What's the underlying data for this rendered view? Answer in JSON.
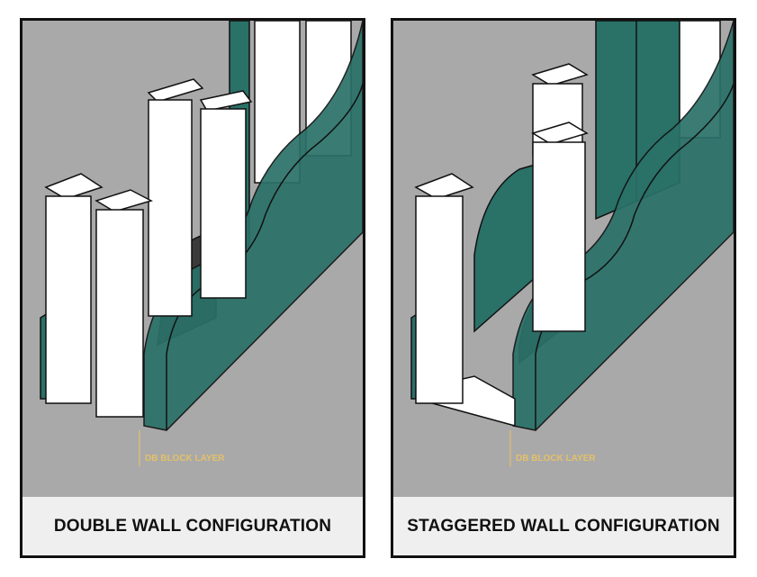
{
  "panels": [
    {
      "caption": "DOUBLE WALL CONFIGURATION",
      "callout": "DB BLOCK LAYER"
    },
    {
      "caption": "STAGGERED WALL CONFIGURATION",
      "callout": "DB BLOCK LAYER"
    }
  ],
  "colors": {
    "background": "#a9a9a9",
    "wall_teal": "#2a7168",
    "wall_teal_dark": "#1e5a52",
    "stud_white": "#ffffff",
    "cavity_dark": "#3b3b3b",
    "caption_bar": "#efefef",
    "callout": "#e3c06b"
  }
}
